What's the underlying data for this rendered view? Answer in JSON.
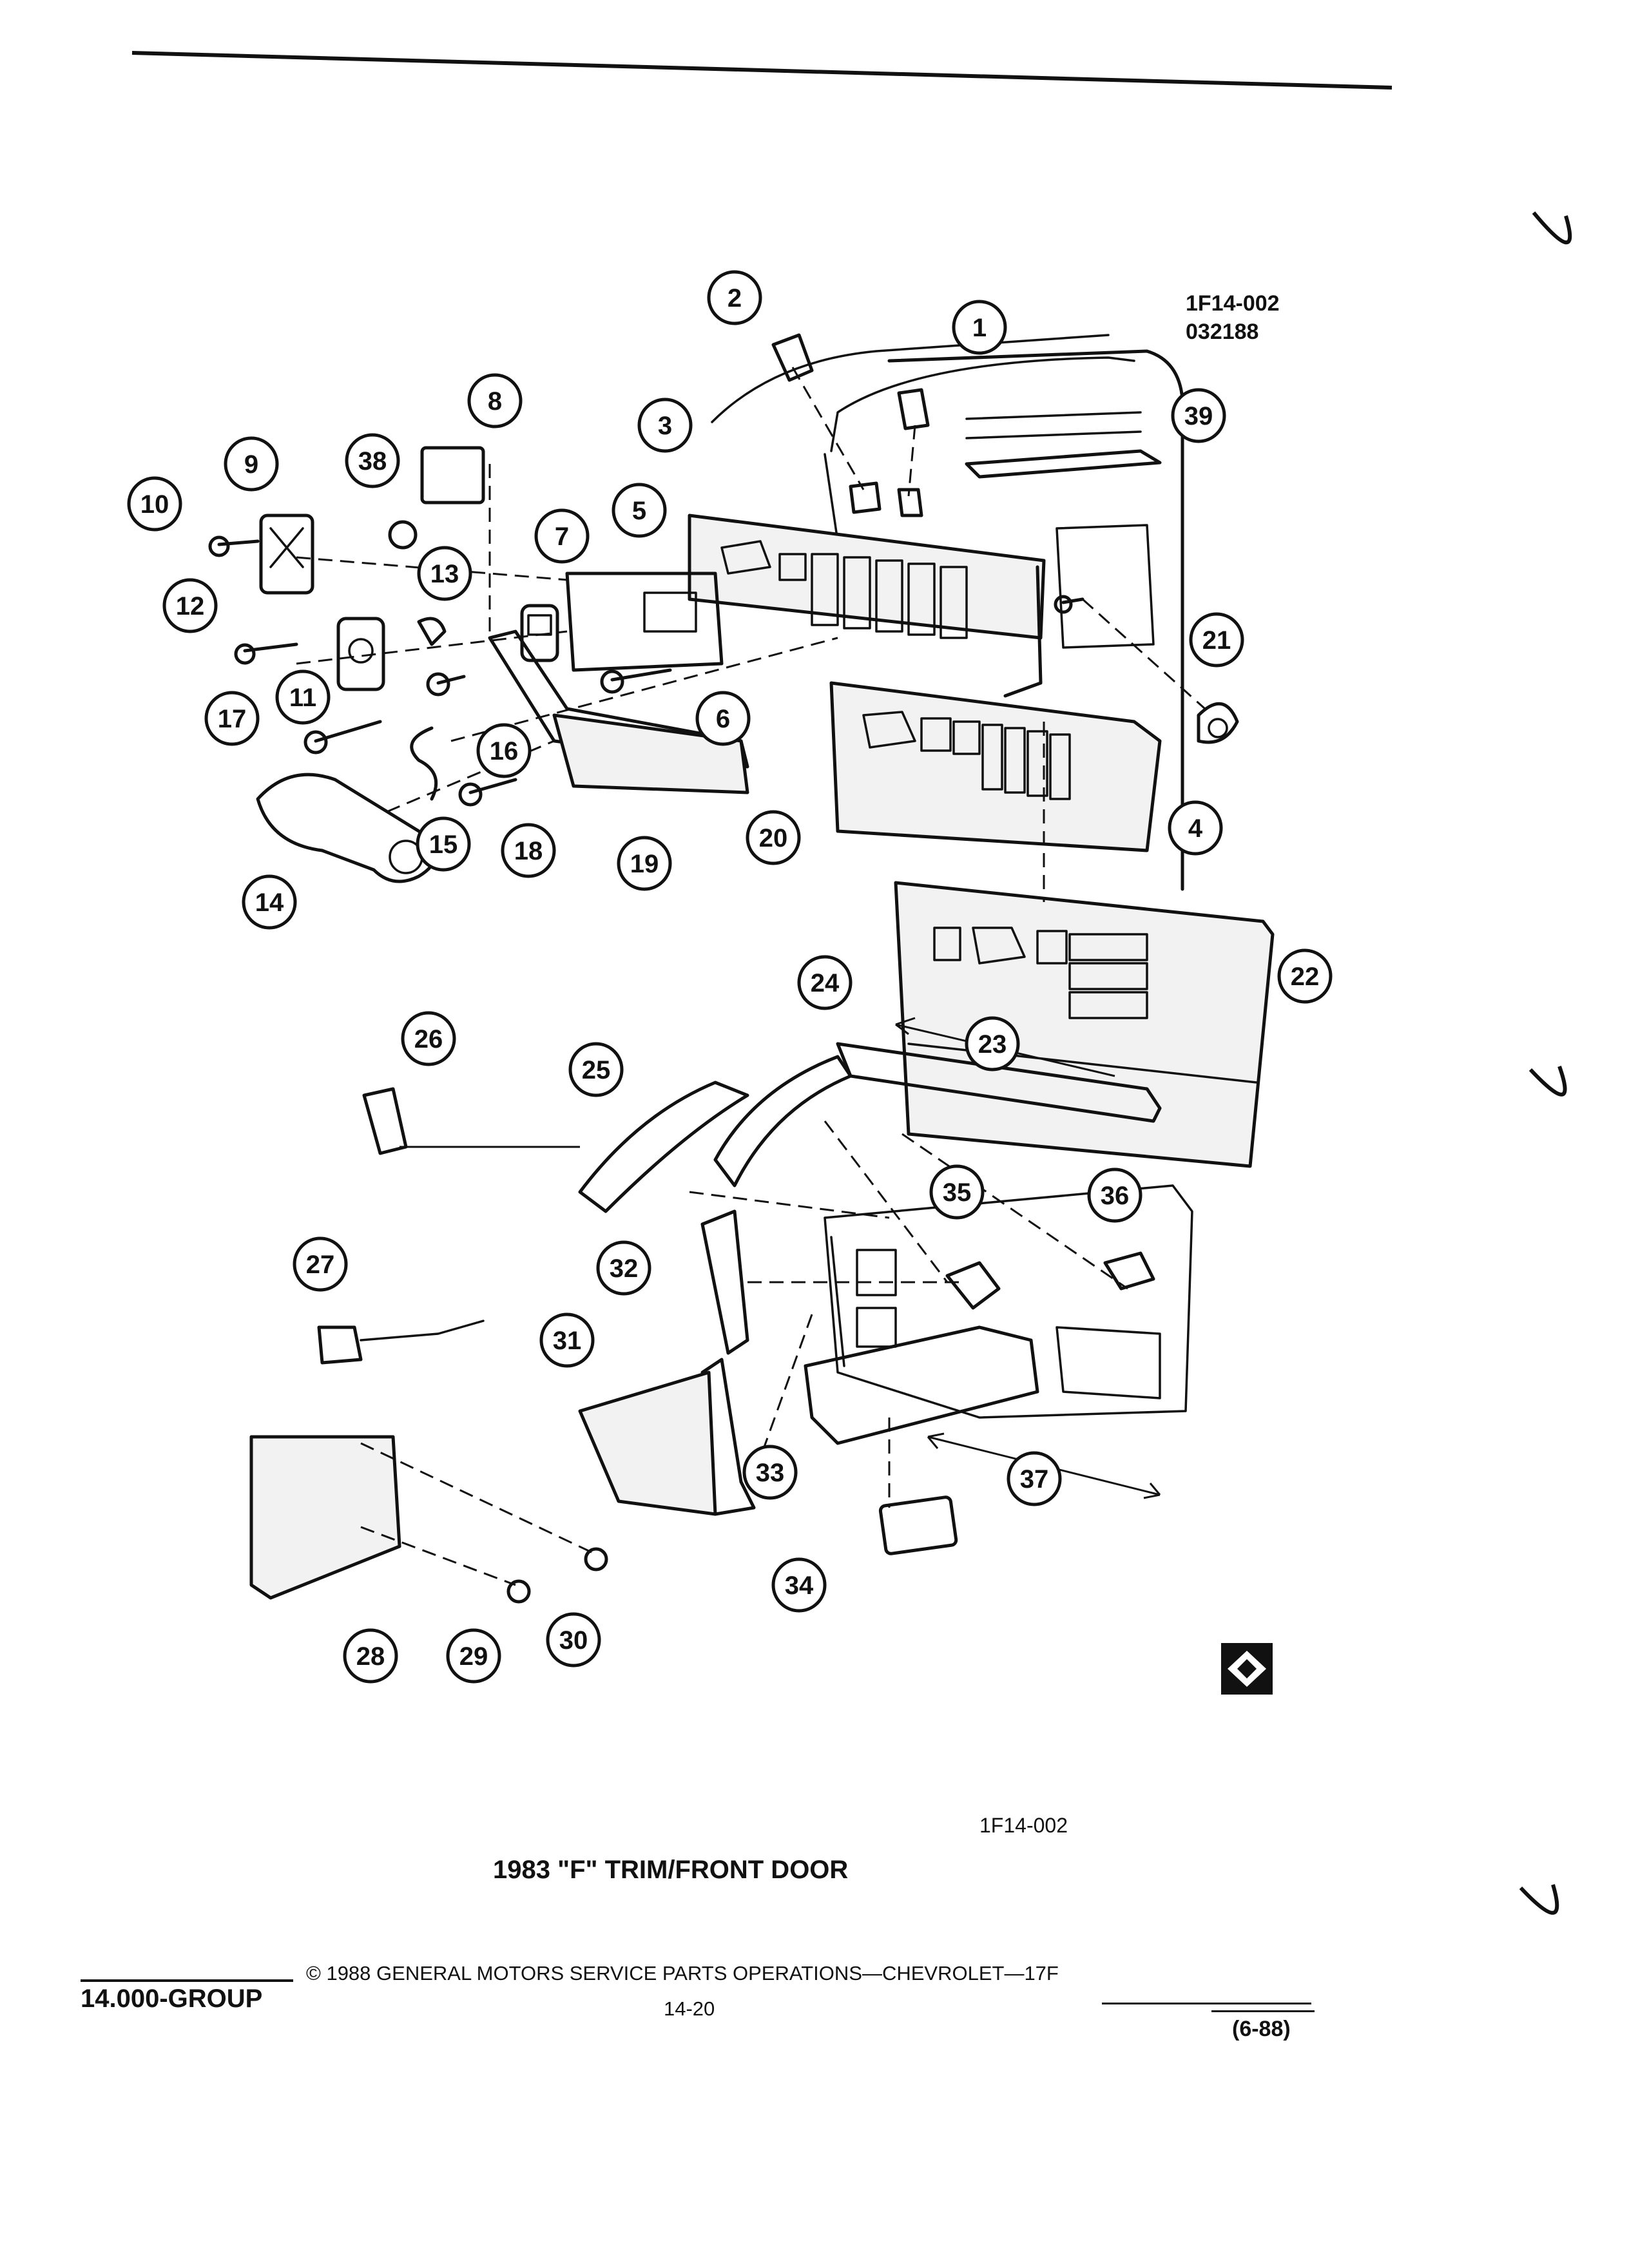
{
  "drawing_code": "1F14-002",
  "drawing_date": "032188",
  "diagram_title": "1983 \"F\" TRIM/FRONT DOOR",
  "diagram_code_bottom": "1F14-002",
  "footer": {
    "group": "14.000-GROUP",
    "copyright": "© 1988 GENERAL MOTORS SERVICE PARTS OPERATIONS—CHEVROLET—17F",
    "page_number": "14-20",
    "revision": "(6-88)"
  },
  "callouts": [
    "1",
    "2",
    "3",
    "4",
    "5",
    "6",
    "7",
    "8",
    "9",
    "10",
    "11",
    "12",
    "13",
    "14",
    "15",
    "16",
    "17",
    "18",
    "19",
    "20",
    "21",
    "22",
    "23",
    "24",
    "25",
    "26",
    "27",
    "28",
    "29",
    "30",
    "31",
    "32",
    "33",
    "34",
    "35",
    "36",
    "37",
    "38",
    "39"
  ],
  "colors": {
    "ink": "#111111",
    "paper": "#ffffff"
  }
}
